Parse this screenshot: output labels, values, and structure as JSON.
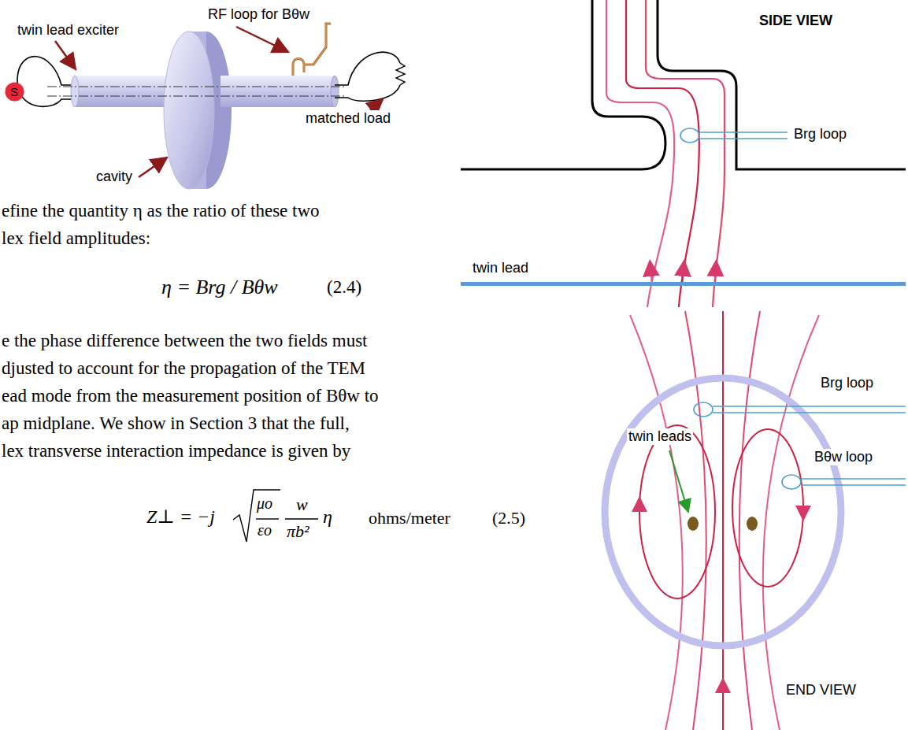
{
  "diagram": {
    "nodes": [
      {
        "text": [
          "S"
        ]
      }
    ],
    "labels": [
      "RF loop for Bθw",
      "twin lead exciter",
      "cavity",
      "matched load",
      "SIDE VIEW",
      "Brg loop",
      "twin lead",
      "efine the quantity η as the ratio of these two",
      "lex field amplitudes:",
      "η = Brg / Bθw",
      "(2.4)",
      "e the phase difference between the two fields must",
      "djusted to account for the propagation of the TEM",
      "ead mode from the measurement position of Bθw to",
      "ap midplane. We show in Section 3 that the full,",
      "lex transverse interaction impedance is given by",
      "Z⊥ = −j",
      "μo",
      "εo",
      "w",
      "πb²",
      "η",
      "ohms/meter",
      "(2.5)",
      "twin leads",
      "Brg loop",
      "Bθw loop",
      "END VIEW"
    ]
  }
}
